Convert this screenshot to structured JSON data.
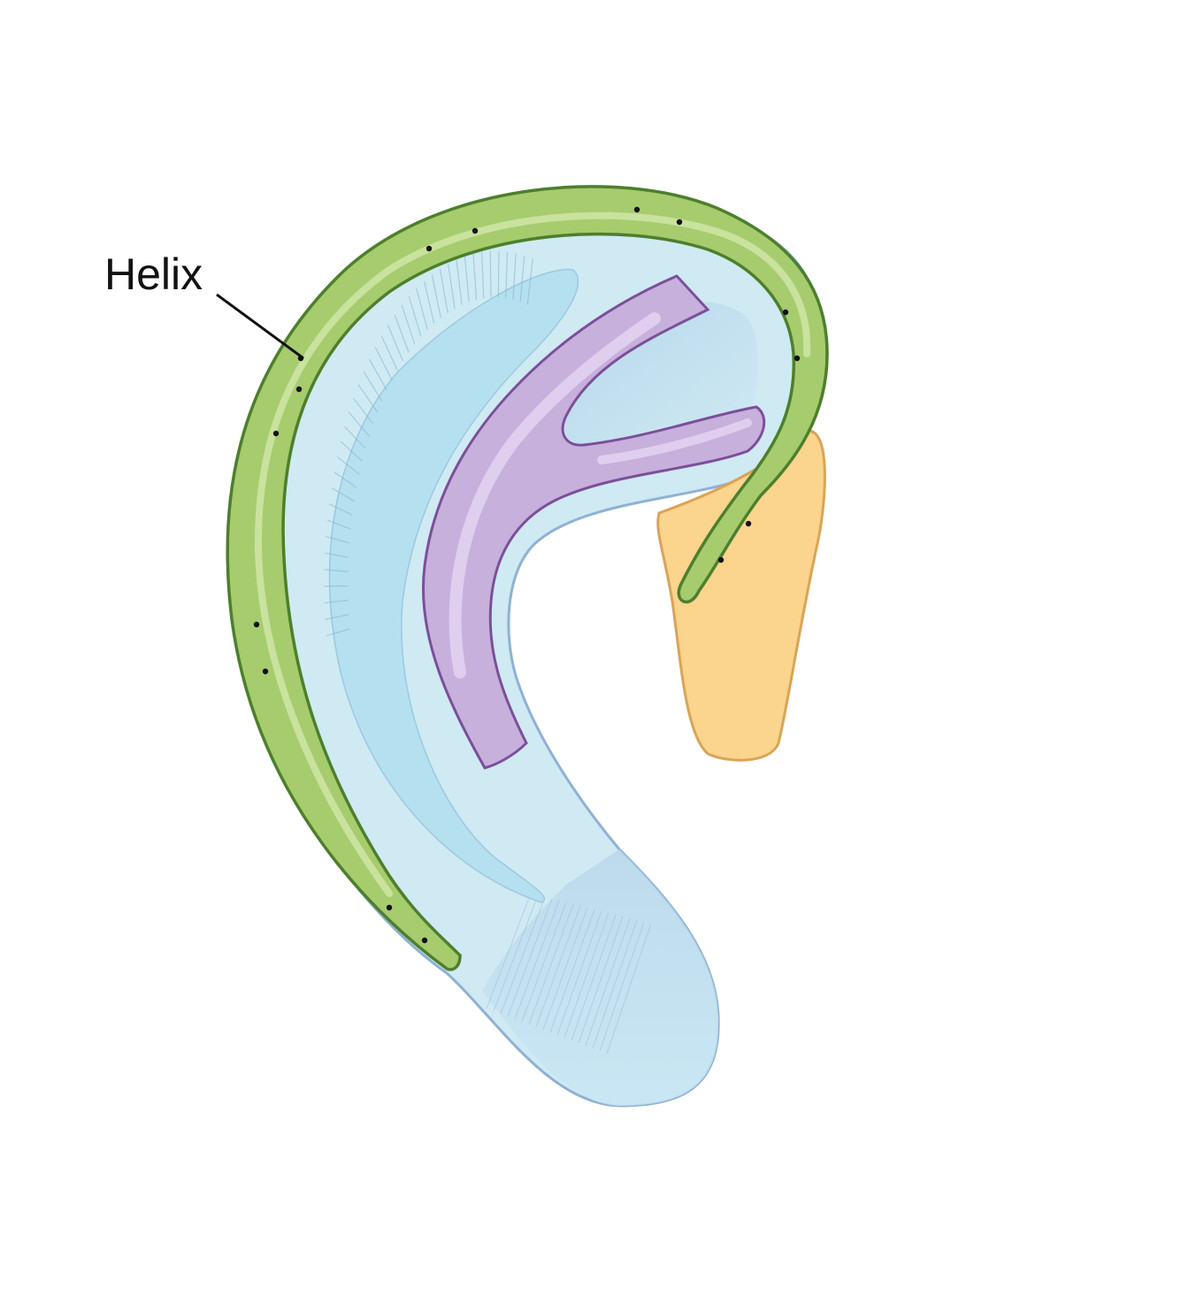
{
  "labels": {
    "helix": "Helix"
  },
  "colors": {
    "background": "#ffffff",
    "ear_body_fill": "#cfeaf3",
    "ear_body_stroke": "#8fb2d3",
    "scapha_fill": "#b5e0ef",
    "helix_fill": "#a6cc6e",
    "helix_stroke": "#4d7f2d",
    "antihelix_fill": "#c7b0dc",
    "antihelix_stroke": "#7b4f9a",
    "tragus_fill": "#fbd48d",
    "tragus_stroke": "#d9a458",
    "leader_line": "#111111",
    "dot": "#111111"
  },
  "structures": [
    "ear-body",
    "scapha",
    "helix",
    "antihelix",
    "tragus",
    "lobule"
  ]
}
